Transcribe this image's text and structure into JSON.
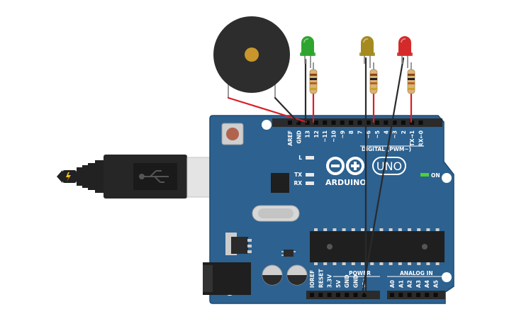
{
  "board": {
    "name": "Arduino Uno",
    "brand_label": "ARDUINO",
    "model_label": "UNO",
    "on_label": "ON",
    "led_l_label": "L",
    "led_tx_label": "TX",
    "led_rx_label": "RX",
    "digital_header_label": "DIGITAL (PWM~)",
    "power_header_label": "POWER",
    "analog_header_label": "ANALOG IN",
    "digital_pins": [
      "AREF",
      "GND",
      "13",
      "12",
      "~11",
      "~10",
      "~9",
      "8",
      "7",
      "~6",
      "~5",
      "4",
      "~3",
      "2",
      "TX→1",
      "RX←0"
    ],
    "power_pins": [
      "IOREF",
      "RESET",
      "3.3V",
      "5V",
      "GND",
      "GND",
      "Vin"
    ],
    "analog_pins": [
      "A0",
      "A1",
      "A2",
      "A3",
      "A4",
      "A5"
    ],
    "colors": {
      "board": "#2c6190",
      "board_edge": "#1e4a70",
      "header": "#2b2b2b"
    }
  },
  "components": {
    "buzzer": {
      "type": "piezo-buzzer",
      "body_color": "#2d2d2d",
      "center_color": "#c8962c"
    },
    "leds": [
      {
        "color_name": "green",
        "color": "#2fa52f"
      },
      {
        "color_name": "yellow",
        "color": "#a58b1f"
      },
      {
        "color_name": "red",
        "color": "#d42a2a"
      }
    ],
    "resistor_count": 3,
    "usb_cable": "usb-b-plug"
  },
  "wires": {
    "signal_color": "#d81f26",
    "ground_color": "#2a2a2a"
  }
}
